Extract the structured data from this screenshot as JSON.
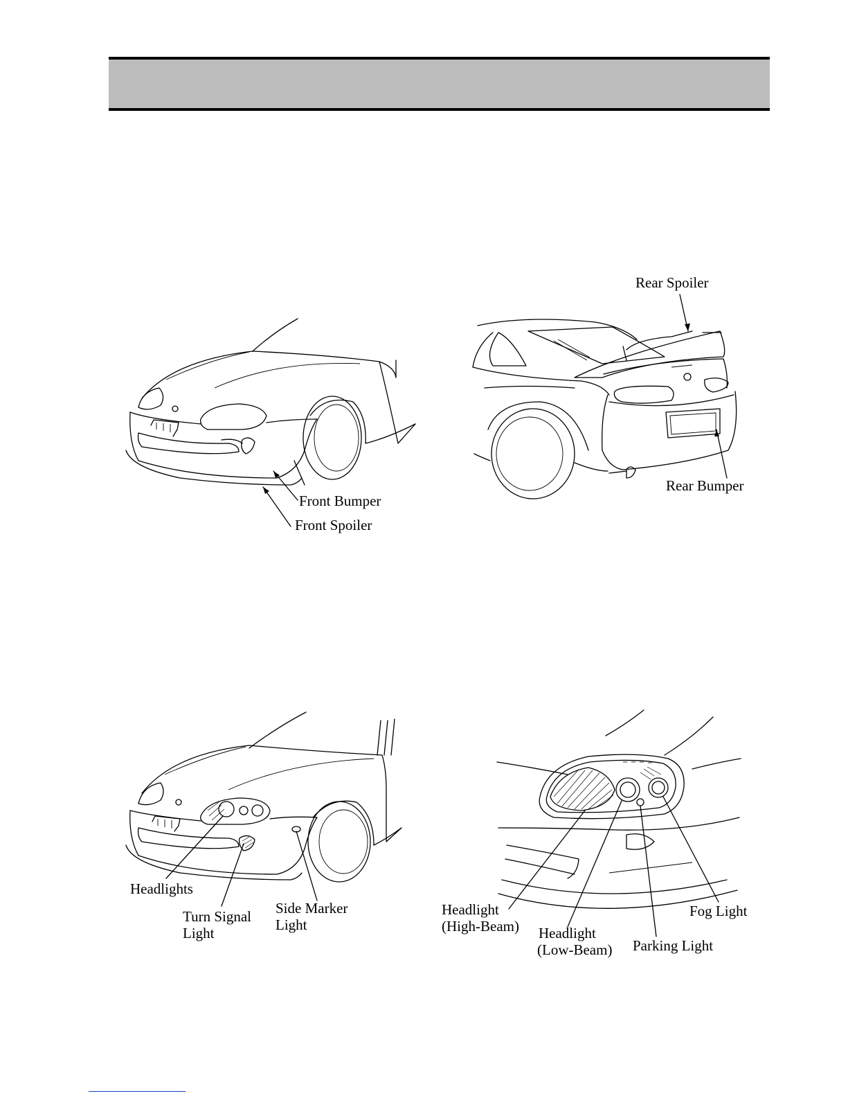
{
  "figures": {
    "front_body": {
      "labels": {
        "front_bumper": "Front Bumper",
        "front_spoiler": "Front Spoiler"
      }
    },
    "rear_body": {
      "labels": {
        "rear_spoiler": "Rear Spoiler",
        "rear_bumper": "Rear Bumper"
      }
    },
    "front_lights": {
      "labels": {
        "headlights": "Headlights",
        "turn_signal_1": "Turn Signal",
        "turn_signal_2": "Light",
        "side_marker_1": "Side Marker",
        "side_marker_2": "Light"
      }
    },
    "headlight_detail": {
      "labels": {
        "high_beam_1": "Headlight",
        "high_beam_2": "(High-Beam)",
        "low_beam_1": "Headlight",
        "low_beam_2": "(Low-Beam)",
        "parking_light": "Parking Light",
        "fog_light": "Fog Light"
      }
    }
  }
}
